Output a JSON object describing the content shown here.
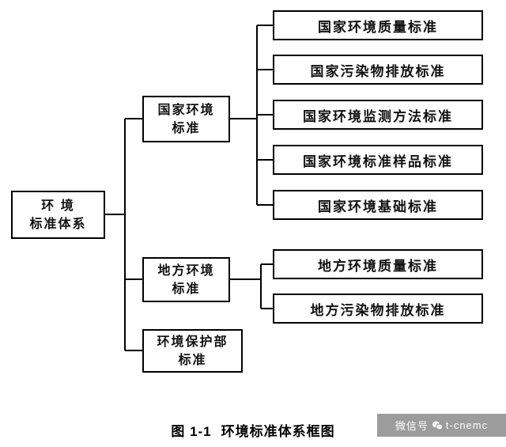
{
  "diagram": {
    "root": {
      "line1": "环 境",
      "line2": "标准体系"
    },
    "level2": [
      {
        "line1": "国家环境",
        "line2": "标准"
      },
      {
        "line1": "地方环境",
        "line2": "标准"
      },
      {
        "line1": "环境保护部",
        "line2": "标准"
      }
    ],
    "national_children": [
      "国家环境质量标准",
      "国家污染物排放标准",
      "国家环境监测方法标准",
      "国家环境标准样品标准",
      "国家环境基础标准"
    ],
    "local_children": [
      "地方环境质量标准",
      "地方污染物排放标准"
    ]
  },
  "caption": {
    "figure_label": "图 1-1",
    "title": "环境标准体系框图"
  },
  "watermark": {
    "prefix": "微信号",
    "handle": "t-cnemc",
    "icon": "wechat-icon",
    "bg_color": "#9c9c9c",
    "text_color": "#ffffff"
  },
  "colors": {
    "line": "#000000",
    "box_border": "#000000",
    "background": "#ffffff"
  }
}
